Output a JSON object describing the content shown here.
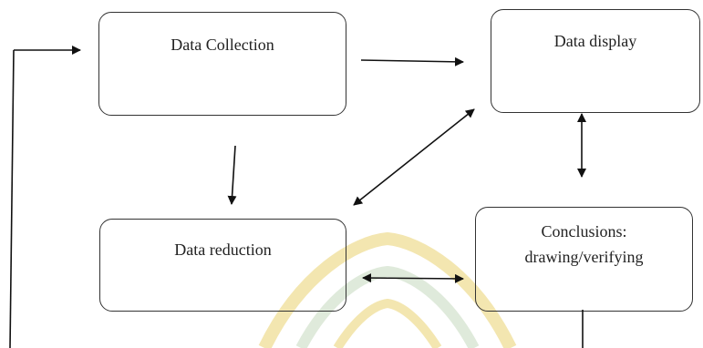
{
  "diagram": {
    "nodes": {
      "data_collection": {
        "label": "Data Collection"
      },
      "data_display": {
        "label": "Data display"
      },
      "data_reduction": {
        "label": "Data reduction"
      },
      "conclusions": {
        "line1": "Conclusions:",
        "line2": "drawing/verifying"
      }
    },
    "colors": {
      "border": "#333333",
      "arrow": "#111111",
      "text": "#222222",
      "watermark_gold": "#f3e6b0",
      "watermark_green": "#dfeadb"
    }
  }
}
